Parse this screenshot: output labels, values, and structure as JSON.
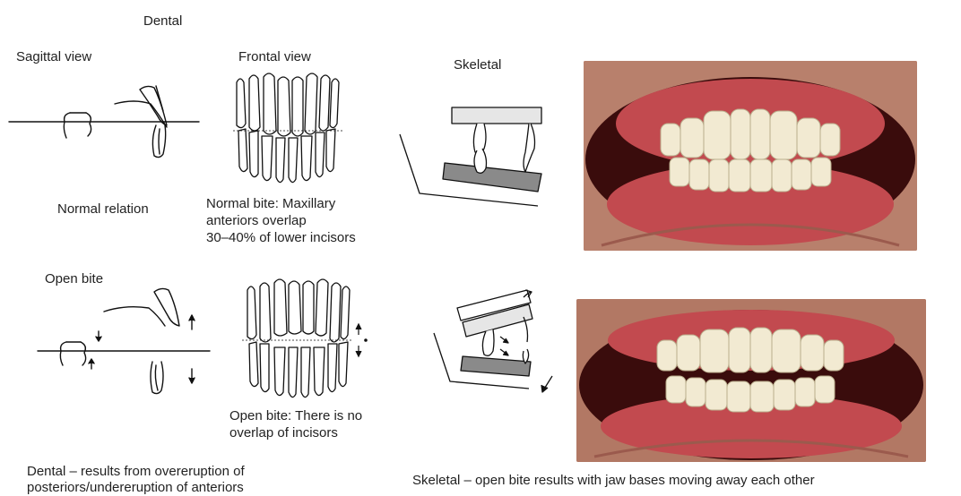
{
  "headings": {
    "dental": "Dental",
    "sagittal_view": "Sagittal view",
    "frontal_view": "Frontal view",
    "skeletal": "Skeletal"
  },
  "rows": {
    "normal": {
      "label": "Normal relation",
      "caption_lines": [
        "Normal bite: Maxillary",
        "anteriors overlap",
        "30–40% of lower incisors"
      ]
    },
    "open": {
      "label": "Open bite",
      "caption_lines": [
        "Open bite: There is no",
        "overlap of incisors"
      ]
    }
  },
  "footer": {
    "dental_lines": [
      "Dental – results from overeruption of",
      "posteriors/undereruption of anteriors"
    ],
    "skeletal": "Skeletal – open bite results with jaw bases moving away each other"
  },
  "colors": {
    "gum": "#c24a4f",
    "mouth_dark": "#3a0c0c",
    "tooth": "#f2ead2",
    "skin": "#c98f7a",
    "jaw_base_light": "#e6e6e6",
    "jaw_base_dark": "#8a8a8a"
  }
}
